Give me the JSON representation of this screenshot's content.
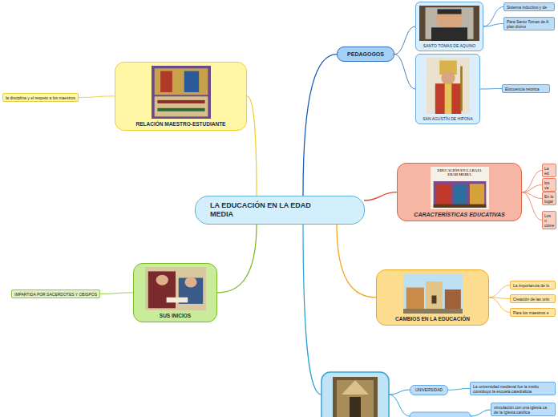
{
  "diagram": {
    "nodes": [
      {
        "text": [
          "LA EDUCACIÓN EN LA EDAD MEDIA"
        ]
      },
      {
        "text": [
          "PEDAGOGOS"
        ]
      },
      {
        "text": [
          "SANTO TOMAS DE AQUINO"
        ]
      },
      {
        "text": [
          "Sistema inductivo y de"
        ]
      },
      {
        "text": [
          "Para Santo Tomas de A plan divino"
        ]
      },
      {
        "text": [
          "SAN AGUSTÍN DE HIPONA"
        ]
      },
      {
        "text": [
          "Elocuencia retorica"
        ]
      },
      {
        "text": [
          "EDUCACIÓN EN LA BAJA EDAD MEDIA",
          "CARACTERÍSTICAS EDUCATIVAS"
        ]
      },
      {
        "text": [
          "La ed"
        ]
      },
      {
        "text": [
          "los va"
        ]
      },
      {
        "text": [
          "En lo lugar"
        ]
      },
      {
        "text": [
          "Los n come"
        ]
      },
      {
        "text": [
          "CAMBIOS EN LA EDUCACIÓN"
        ]
      },
      {
        "text": [
          "La importancia de lo"
        ]
      },
      {
        "text": [
          "Creación de las univ"
        ]
      },
      {
        "text": [
          "Para los maestros e"
        ]
      },
      {
        "text": [
          "UNIVERSIDAD"
        ]
      },
      {
        "text": [
          "La universidad medieval fue la institu constituyo la escuela catedralicia"
        ]
      },
      {
        "text": [
          "vinculación con una iglesia ca de la Iglesia católica"
        ]
      },
      {
        "text": [
          "RELACIÓN MAESTRO-ESTUDIANTE"
        ]
      },
      {
        "text": [
          "la disciplina y el respeto a los maestros"
        ]
      },
      {
        "text": [
          "SUS INICIOS"
        ]
      },
      {
        "text": [
          "IMPARTIDA POR SACERDOTES Y OBISPOS"
        ]
      }
    ],
    "edges": [
      {
        "from": 0,
        "to": 1,
        "arrow": "none"
      },
      {
        "from": 1,
        "to": 2,
        "arrow": "none"
      },
      {
        "from": 2,
        "to": 3,
        "arrow": "none"
      },
      {
        "from": 2,
        "to": 4,
        "arrow": "none"
      },
      {
        "from": 1,
        "to": 5,
        "arrow": "none"
      },
      {
        "from": 5,
        "to": 6,
        "arrow": "none"
      },
      {
        "from": 0,
        "to": 7,
        "arrow": "none"
      },
      {
        "from": 7,
        "to": 8,
        "arrow": "none"
      },
      {
        "from": 7,
        "to": 9,
        "arrow": "none"
      },
      {
        "from": 7,
        "to": 10,
        "arrow": "none"
      },
      {
        "from": 7,
        "to": 11,
        "arrow": "none"
      },
      {
        "from": 0,
        "to": 12,
        "arrow": "none"
      },
      {
        "from": 12,
        "to": 13,
        "arrow": "none"
      },
      {
        "from": 12,
        "to": 14,
        "arrow": "none"
      },
      {
        "from": 12,
        "to": 15,
        "arrow": "none"
      },
      {
        "from": 16,
        "to": 17,
        "arrow": "none"
      },
      {
        "from": 0,
        "to": 19,
        "arrow": "none"
      },
      {
        "from": 19,
        "to": 20,
        "arrow": "none"
      },
      {
        "from": 0,
        "to": 21,
        "arrow": "none"
      },
      {
        "from": 21,
        "to": 22,
        "arrow": "none"
      }
    ]
  }
}
